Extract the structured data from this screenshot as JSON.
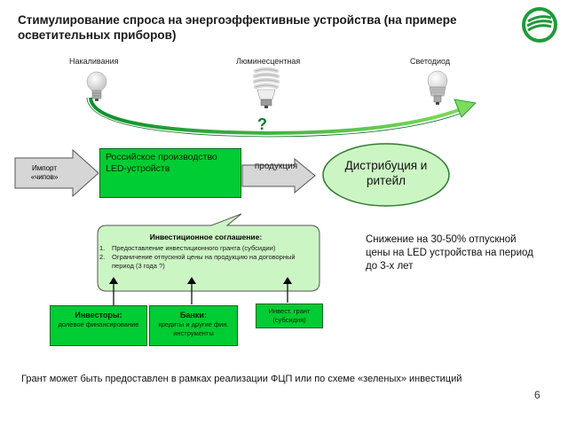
{
  "title": "Стимулирование спроса на энергоэффективные устройства (на примере осветительных приборов)",
  "bulbs": {
    "incandescent": "Накаливания",
    "fluorescent": "Люминесцентная",
    "led": "Светодиод"
  },
  "question_mark": "?",
  "import_label": "Импорт «чипов»",
  "production_label": "Российское производство LED-устройств",
  "products_label": "продукция",
  "distribution_label": "Дистрибуция и ритейл",
  "investment": {
    "heading": "Инвестиционное соглашение:",
    "items": [
      "Предоставление инвестиционного гранта (субсидии)",
      "Ограничение отпускной цены на продукцию на договорный период (3 года ?)"
    ]
  },
  "price_note": "Снижение на 30-50% отпускной цены на LED устройства на период до 3-х лет",
  "investors": {
    "title": "Инвесторы:",
    "desc": "долевое финансирование"
  },
  "banks": {
    "title": "Банки:",
    "desc": "кредиты и другие фин. инструменты"
  },
  "grant": {
    "title": "Инвест. грант (субсидия)"
  },
  "footer_note": "Грант может быть предоставлен в рамках реализации ФЦП или по схеме «зеленых» инвестиций",
  "page_number": "6",
  "colors": {
    "green": "#00cc33",
    "light_green": "#ccf5c4",
    "dark_green": "#006622",
    "gray_arrow": "#d0d0d0"
  }
}
